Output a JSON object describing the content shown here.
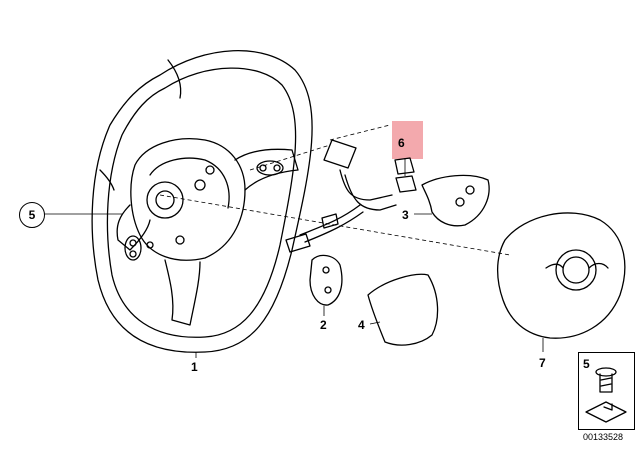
{
  "labels": {
    "l1": "1",
    "l2": "2",
    "l3": "3",
    "l4": "4",
    "l5": "5",
    "l6": "6",
    "l7": "7"
  },
  "legend": {
    "part": "5"
  },
  "diagram_number": "00133528",
  "colors": {
    "highlight": "#f3a9ad",
    "line": "#000000"
  }
}
